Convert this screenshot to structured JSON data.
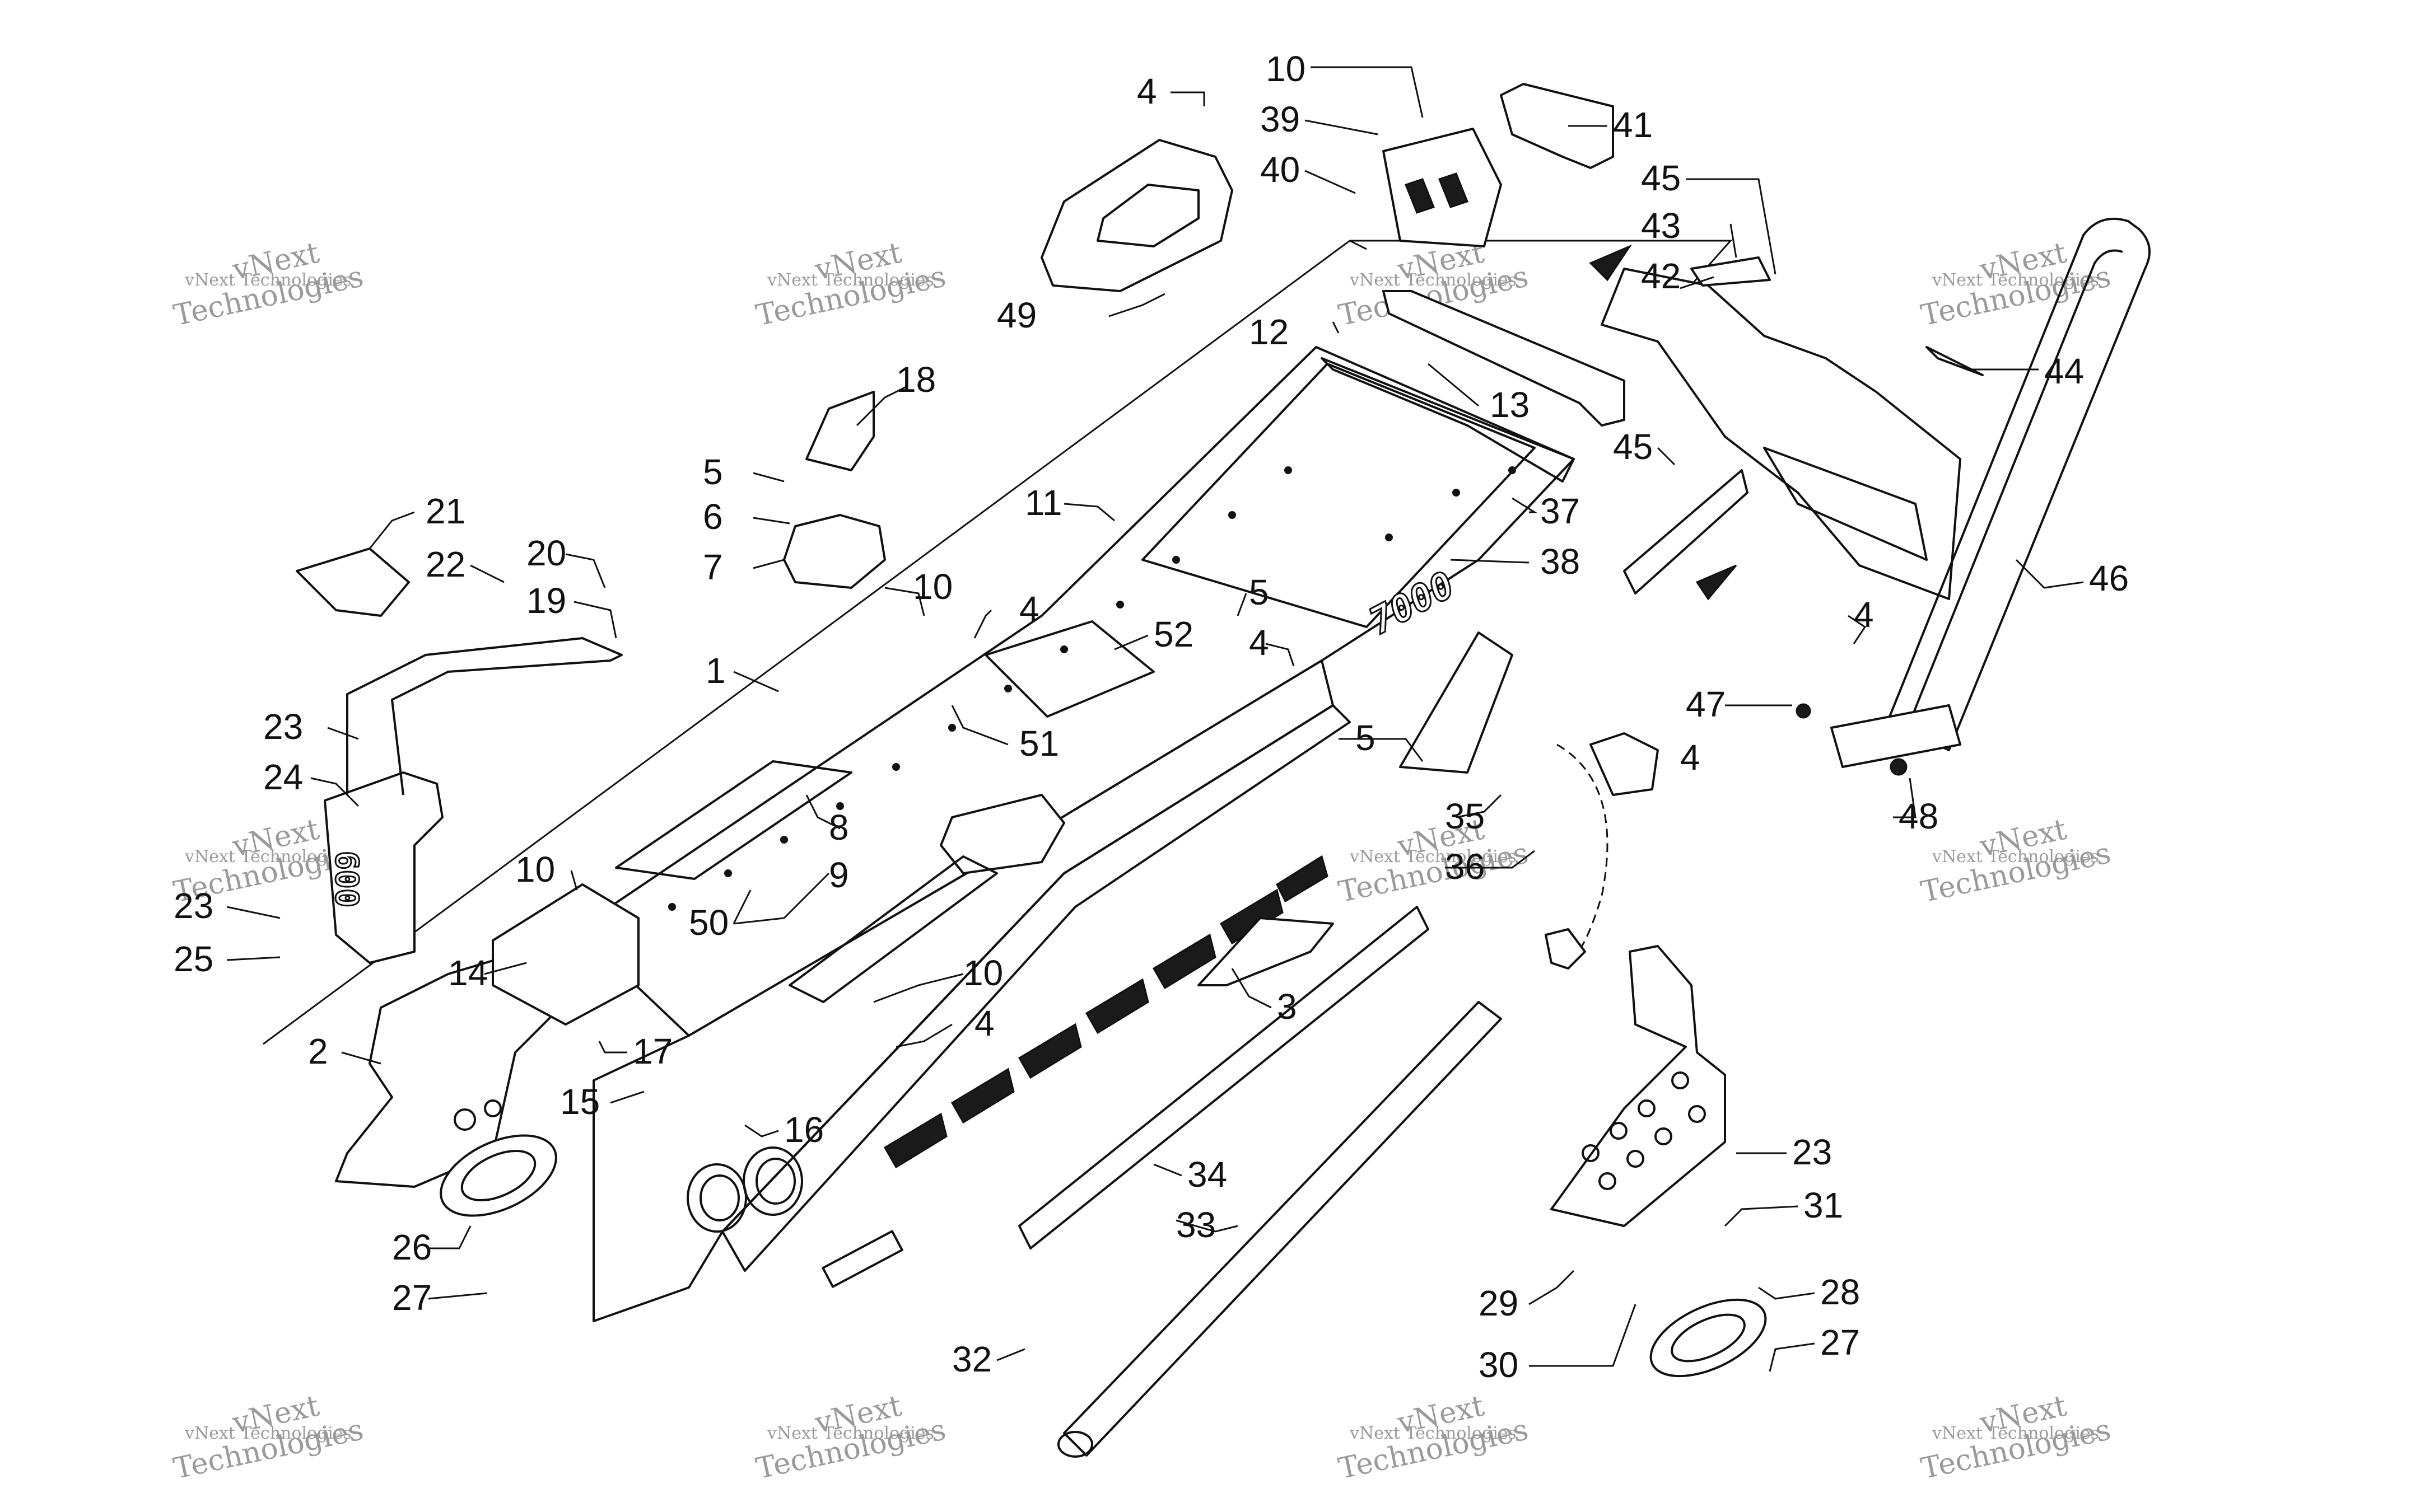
{
  "watermark": {
    "line1": "vNext",
    "line2": "Technologies",
    "caption": "vNext Technologies"
  },
  "callouts": [
    {
      "id": "c4a",
      "label": "4"
    },
    {
      "id": "c10a",
      "label": "10"
    },
    {
      "id": "c39",
      "label": "39"
    },
    {
      "id": "c40",
      "label": "40"
    },
    {
      "id": "c41",
      "label": "41"
    },
    {
      "id": "c45a",
      "label": "45"
    },
    {
      "id": "c43",
      "label": "43"
    },
    {
      "id": "c42",
      "label": "42"
    },
    {
      "id": "c44",
      "label": "44"
    },
    {
      "id": "c45b",
      "label": "45"
    },
    {
      "id": "c49",
      "label": "49"
    },
    {
      "id": "c12",
      "label": "12"
    },
    {
      "id": "c13",
      "label": "13"
    },
    {
      "id": "c18",
      "label": "18"
    },
    {
      "id": "c5a",
      "label": "5"
    },
    {
      "id": "c6",
      "label": "6"
    },
    {
      "id": "c7",
      "label": "7"
    },
    {
      "id": "c11",
      "label": "11"
    },
    {
      "id": "c37",
      "label": "37"
    },
    {
      "id": "c38",
      "label": "38"
    },
    {
      "id": "c46",
      "label": "46"
    },
    {
      "id": "c21",
      "label": "21"
    },
    {
      "id": "c22",
      "label": "22"
    },
    {
      "id": "c20",
      "label": "20"
    },
    {
      "id": "c19",
      "label": "19"
    },
    {
      "id": "c1",
      "label": "1"
    },
    {
      "id": "c10b",
      "label": "10"
    },
    {
      "id": "c4b",
      "label": "4"
    },
    {
      "id": "c5b",
      "label": "5"
    },
    {
      "id": "c4c",
      "label": "4"
    },
    {
      "id": "c52",
      "label": "52"
    },
    {
      "id": "c4d",
      "label": "4"
    },
    {
      "id": "c47",
      "label": "47"
    },
    {
      "id": "c23a",
      "label": "23"
    },
    {
      "id": "c24",
      "label": "24"
    },
    {
      "id": "c51",
      "label": "51"
    },
    {
      "id": "c5c",
      "label": "5"
    },
    {
      "id": "c4e",
      "label": "4"
    },
    {
      "id": "c48",
      "label": "48"
    },
    {
      "id": "c8",
      "label": "8"
    },
    {
      "id": "c9",
      "label": "9"
    },
    {
      "id": "c35",
      "label": "35"
    },
    {
      "id": "c36",
      "label": "36"
    },
    {
      "id": "c10c",
      "label": "10"
    },
    {
      "id": "c23b",
      "label": "23"
    },
    {
      "id": "c25",
      "label": "25"
    },
    {
      "id": "c14",
      "label": "14"
    },
    {
      "id": "c50",
      "label": "50"
    },
    {
      "id": "c10d",
      "label": "10"
    },
    {
      "id": "c4f",
      "label": "4"
    },
    {
      "id": "c3",
      "label": "3"
    },
    {
      "id": "c2",
      "label": "2"
    },
    {
      "id": "c17",
      "label": "17"
    },
    {
      "id": "c15",
      "label": "15"
    },
    {
      "id": "c16",
      "label": "16"
    },
    {
      "id": "c34",
      "label": "34"
    },
    {
      "id": "c33",
      "label": "33"
    },
    {
      "id": "c23c",
      "label": "23"
    },
    {
      "id": "c31",
      "label": "31"
    },
    {
      "id": "c26",
      "label": "26"
    },
    {
      "id": "c27a",
      "label": "27"
    },
    {
      "id": "c28",
      "label": "28"
    },
    {
      "id": "c29",
      "label": "29"
    },
    {
      "id": "c27b",
      "label": "27"
    },
    {
      "id": "c30",
      "label": "30"
    },
    {
      "id": "c32",
      "label": "32"
    }
  ],
  "decals": {
    "tunnel_badge": "7000",
    "side_badge": "600"
  }
}
